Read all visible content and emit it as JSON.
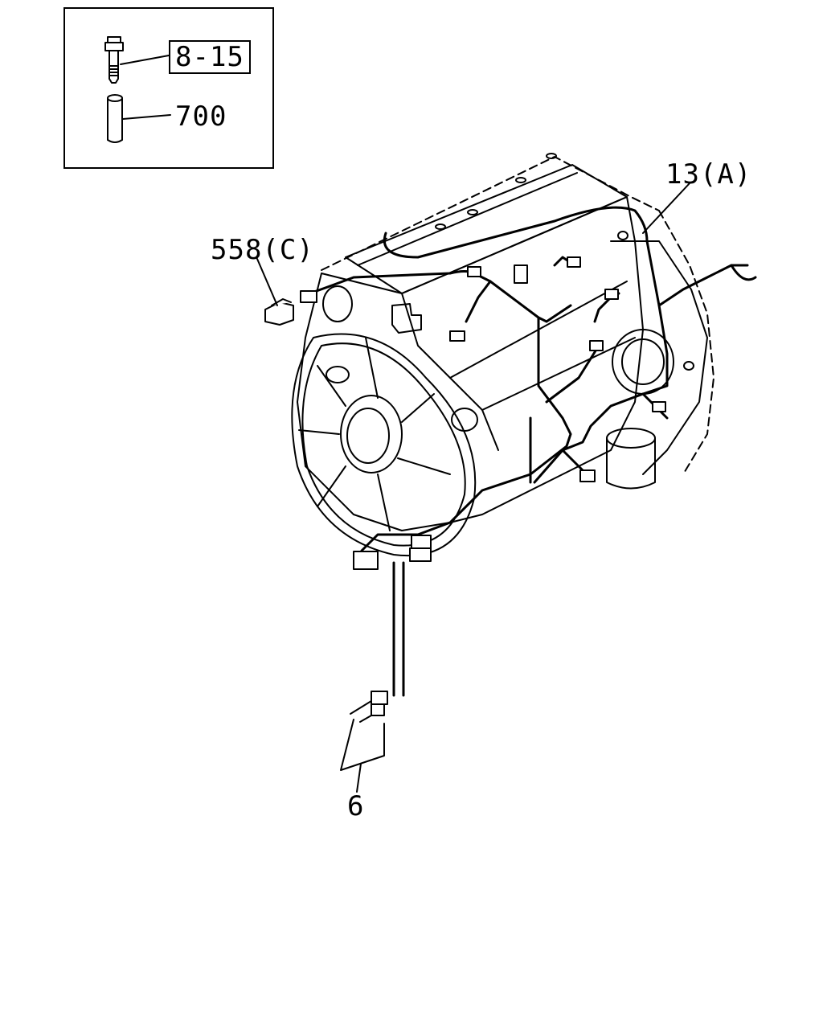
{
  "callouts": {
    "bolt": "8-15",
    "sleeve": "700",
    "harness": "13(A)",
    "clip": "558(C)",
    "connector": "6"
  }
}
